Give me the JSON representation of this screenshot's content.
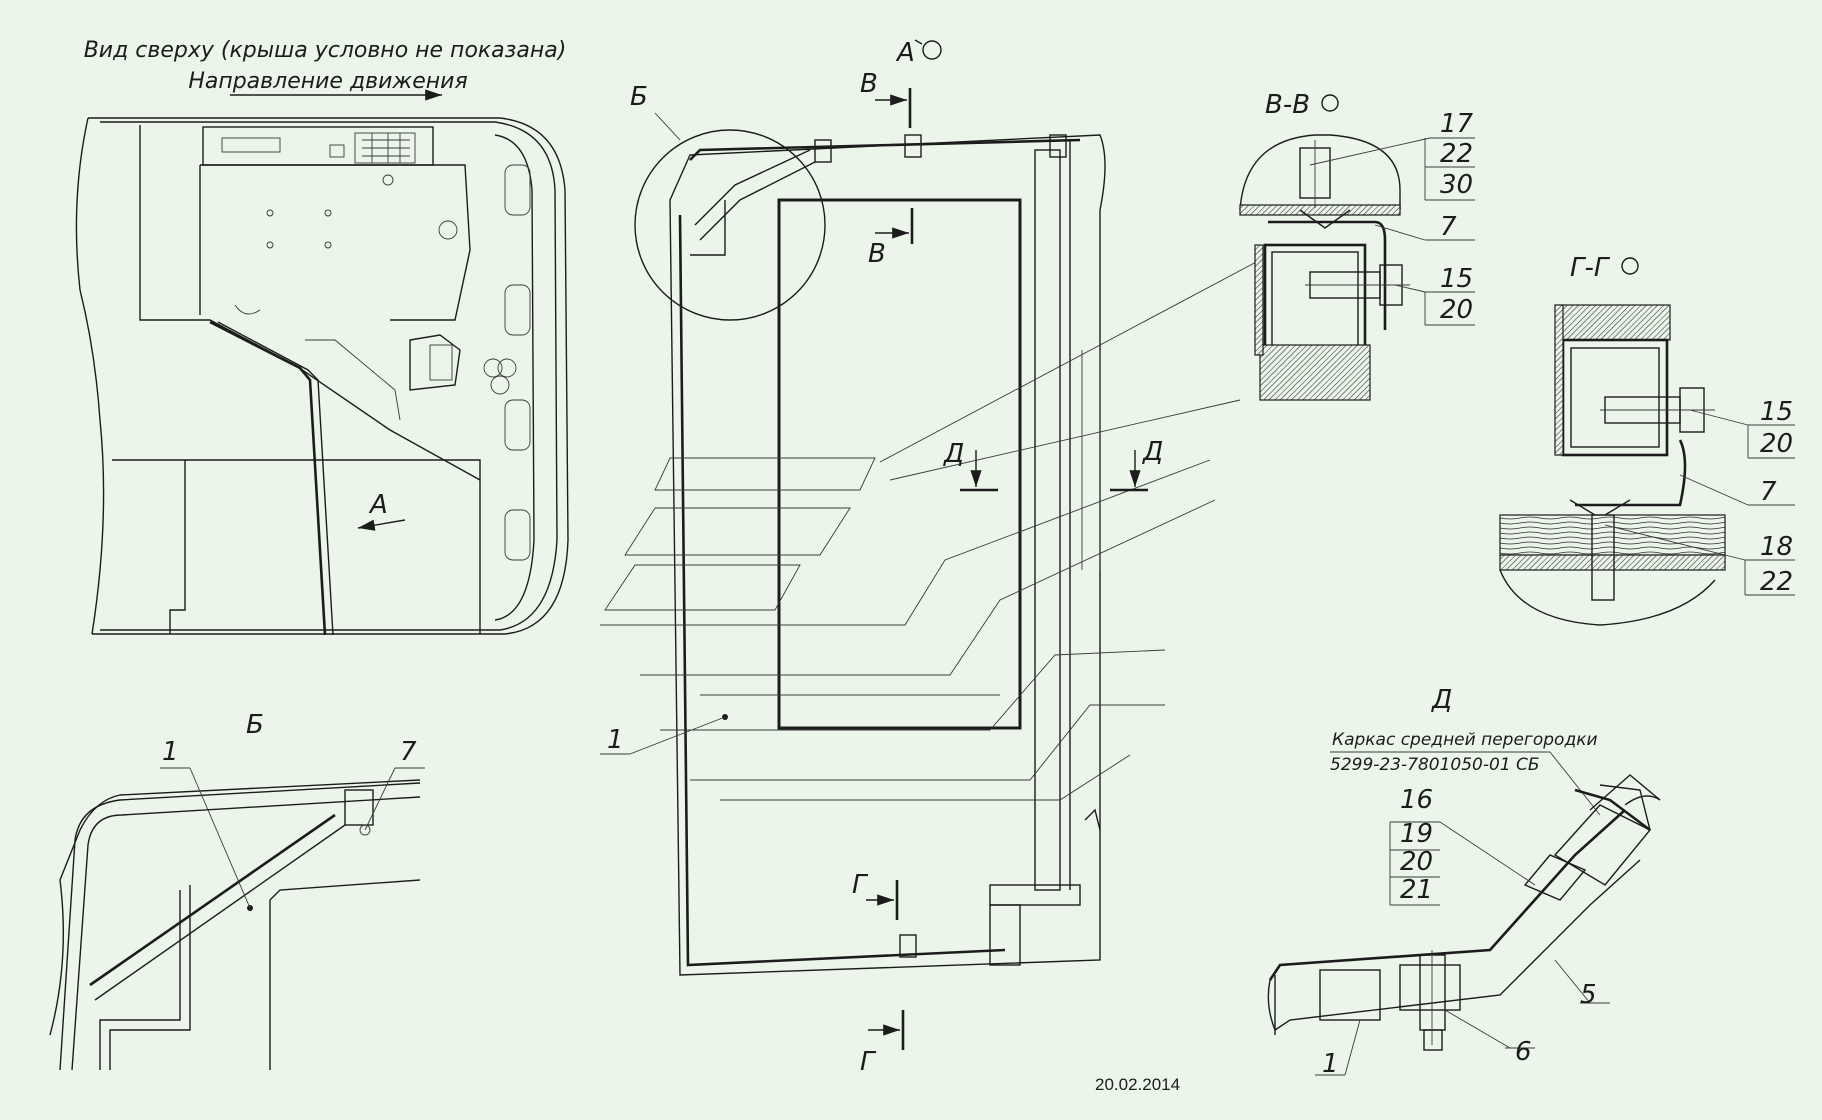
{
  "top_view": {
    "caption": "Вид сверху (крыша условно не показана)",
    "direction": "Направление движения",
    "arrow_label": "А"
  },
  "views": {
    "a": "А",
    "b": "Б",
    "v_section": "В-В",
    "g_section": "Г-Г",
    "d": "Д"
  },
  "cut_marks": {
    "v_top": "В",
    "v_mid": "В",
    "d_left": "Д",
    "d_right": "Д",
    "g_upper": "Г",
    "g_lower": "Г"
  },
  "frame": {
    "title": "Каркас средней перегородки",
    "designation": "5299-23-7801050-01 СБ"
  },
  "positions": {
    "main_1": "1",
    "b_1": "1",
    "b_7": "7",
    "vv_17": "17",
    "vv_22": "22",
    "vv_30": "30",
    "vv_7": "7",
    "vv_15": "15",
    "vv_20": "20",
    "gg_15": "15",
    "gg_20": "20",
    "gg_7": "7",
    "gg_18": "18",
    "gg_22": "22",
    "d_16": "16",
    "d_19": "19",
    "d_20": "20",
    "d_21": "21",
    "d_5": "5",
    "d_6": "6",
    "d_1": "1"
  },
  "date": "20.02.2014"
}
